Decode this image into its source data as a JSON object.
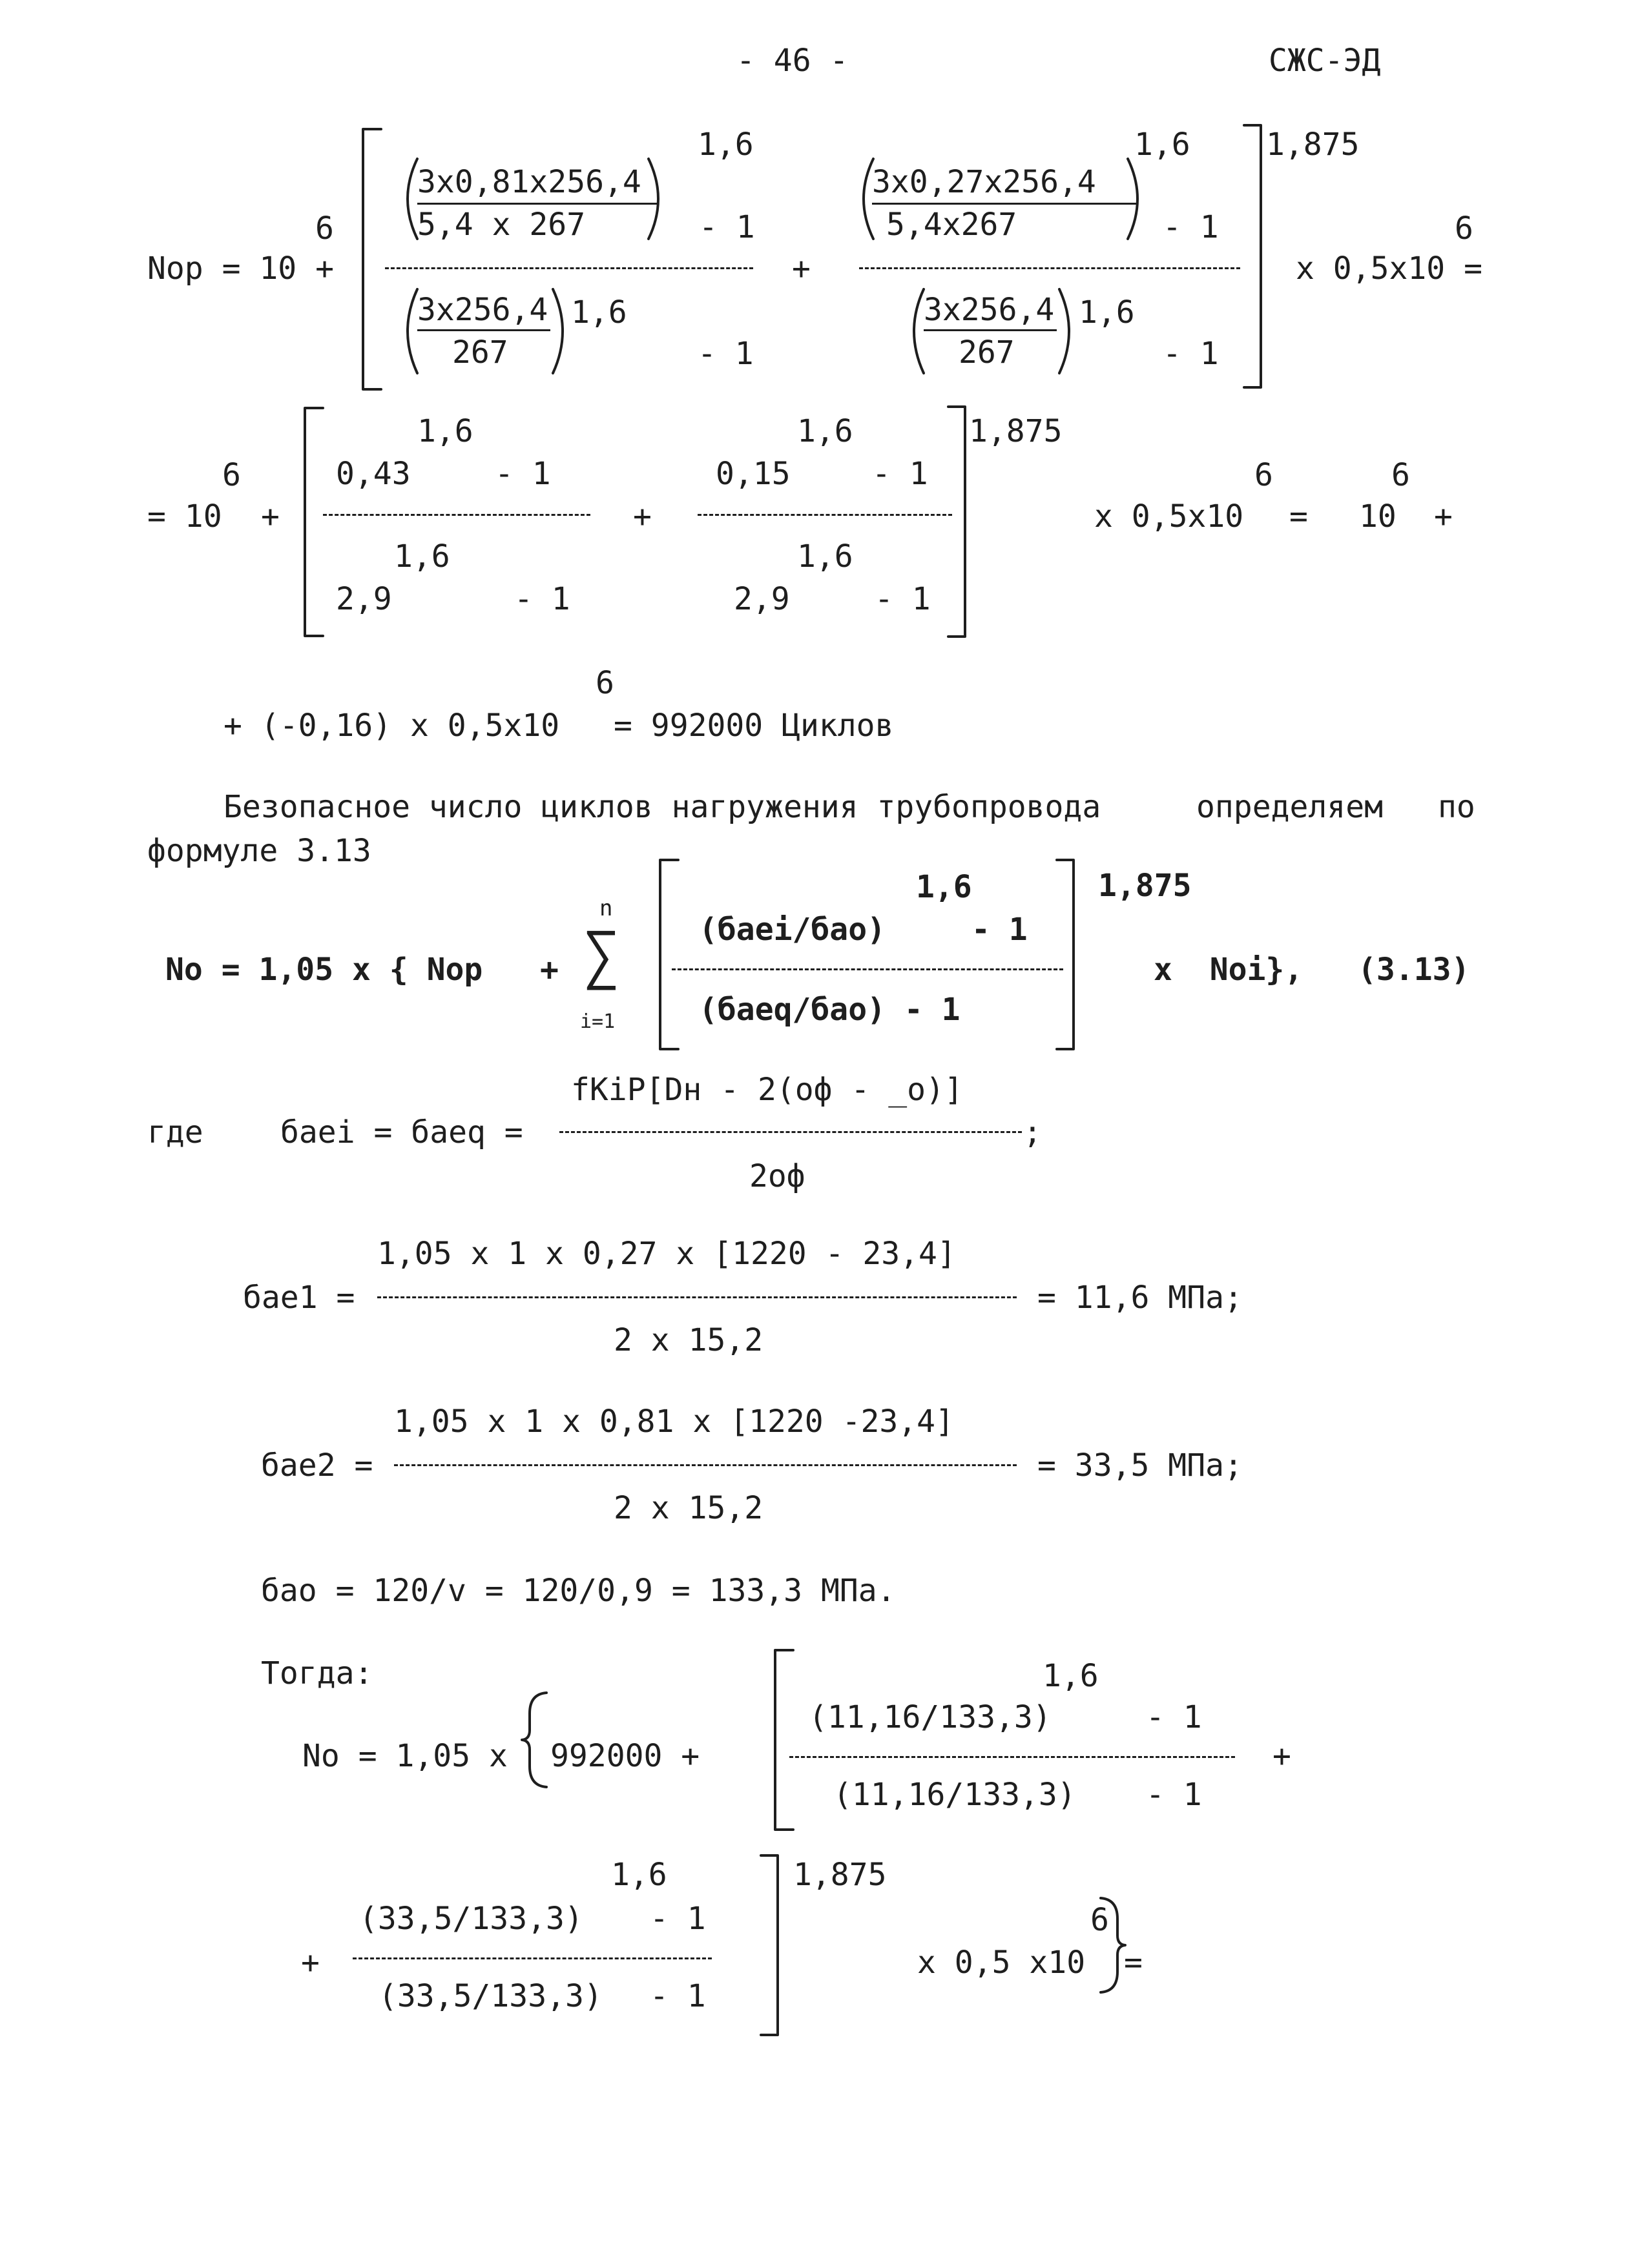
{
  "header": {
    "page_number": "- 46 -",
    "doc_code": "СЖС-ЭД"
  },
  "eq1": {
    "lhs": "Nop = 10 +",
    "ten_exp": "6",
    "t1_num_exp": "1,6",
    "t1_num_top": "3x0,81x256,4",
    "t1_num_bot": "5,4 x 267",
    "t1_num_minus": "- 1",
    "t1_den_top": "3x256,4",
    "t1_den_bot": "267",
    "t1_den_exp": "1,6",
    "t1_den_minus": "- 1",
    "plus": "+",
    "t2_num_exp": "1,6",
    "t2_num_top": "3x0,27x256,4",
    "t2_num_bot": "5,4x267",
    "t2_num_minus": "- 1",
    "t2_den_top": "3x256,4",
    "t2_den_bot": "267",
    "t2_den_exp": "1,6",
    "t2_den_minus": "- 1",
    "outer_exp": "1,875",
    "mult": "x 0,5x10 =",
    "mult_exp": "6"
  },
  "eq2": {
    "lhs": "= 10",
    "ten_exp": "6",
    "plus": "+",
    "n1_exp": "1,6",
    "n1": "0,43",
    "n1_minus": "- 1",
    "d1_exp": "1,6",
    "d1": "2,9",
    "d1_minus": "- 1",
    "plus_mid": "+",
    "n2_exp": "1,6",
    "n2": "0,15",
    "n2_minus": "- 1",
    "d2_exp": "1,6",
    "d2": "2,9",
    "d2_minus": "- 1",
    "outer_exp": "1,875",
    "mult": "x 0,5x10",
    "mult_exp": "6",
    "eq": "=",
    "ten2": "10",
    "ten2_exp": "6",
    "plus_end": "+"
  },
  "eq3": {
    "text": "+ (-0,16) x 0,5x10",
    "exp": "6",
    "result": "= 992000 Циклов"
  },
  "paragraph": {
    "line1_a": "Безопасное число циклов нагружения трубопровода",
    "line1_b": "определяем",
    "line1_c": "по",
    "line2": "формуле 3.13"
  },
  "eq313": {
    "lhs": "No = 1,05 x { Nop",
    "plus": "+",
    "sum_top": "n",
    "sum_sign": "∑",
    "sum_bottom": "i=1",
    "num_exp": "1,6",
    "num": "(баеi/бао)",
    "num_minus": "- 1",
    "den": "(баеq/бао) - 1",
    "outer_exp": "1,875",
    "tail": "x  Noi},",
    "label": "(3.13)"
  },
  "where": {
    "word": "где",
    "lhs": "баеi = баеq =",
    "num": "fKiP[Dн - 2(оф - _о)]",
    "den": "2оф",
    "end": ";"
  },
  "bae1": {
    "lhs": "бае1 =",
    "num": "1,05 x 1 x 0,27 x [1220 - 23,4]",
    "den": "2 x 15,2",
    "rhs": "= 11,6 МПа;"
  },
  "bae2": {
    "lhs": "бае2 =",
    "num": "1,05 x 1 x 0,81 x [1220 -23,4]",
    "den": "2 x 15,2",
    "rhs": "= 33,5 МПа;"
  },
  "bao": {
    "text": "бао = 120/v = 120/0,9 = 133,3 МПа."
  },
  "final": {
    "togda": "Тогда:",
    "lhs": "No = 1,05 x",
    "first": "992000 +",
    "f1_exp": "1,6",
    "f1_num": "(11,16/133,3)",
    "f1_num_minus": "- 1",
    "f1_den": "(11,16/133,3)",
    "f1_den_minus": "- 1",
    "plus_after": "+",
    "plus_before": "+",
    "f2_exp": "1,6",
    "f2_num": "(33,5/133,3)",
    "f2_num_minus": "- 1",
    "f2_den": "(33,5/133,3)",
    "f2_den_minus": "- 1",
    "outer_exp": "1,875",
    "mult": "x 0,5 x10",
    "mult_exp": "6",
    "eq": "="
  }
}
